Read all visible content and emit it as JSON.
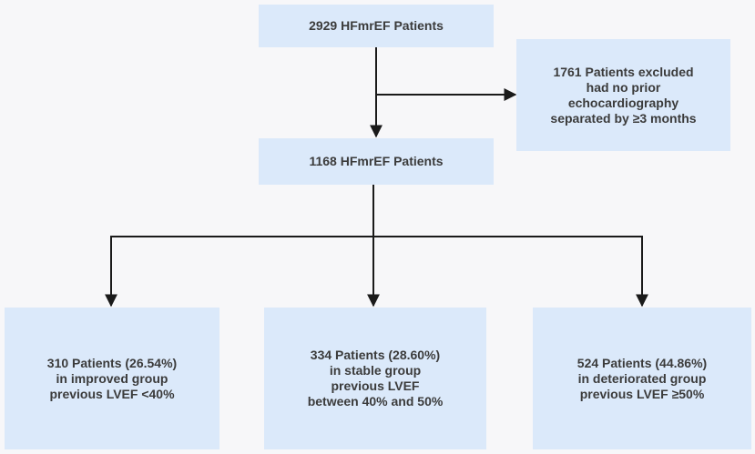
{
  "colors": {
    "background": "#f7f7f9",
    "box_fill": "#dbe9fa",
    "text": "#3b3b3b",
    "line": "#1a1a1a"
  },
  "nodes": {
    "initial": {
      "lines": [
        "2929 HFmrEF Patients"
      ]
    },
    "excluded": {
      "lines": [
        "1761 Patients excluded",
        "had no prior",
        "echocardiography",
        "separated by ≥3 months"
      ]
    },
    "included": {
      "lines": [
        "1168 HFmrEF Patients"
      ]
    },
    "improved": {
      "lines": [
        "310 Patients (26.54%)",
        "in improved group",
        "previous LVEF <40%"
      ]
    },
    "stable": {
      "lines": [
        "334 Patients (28.60%)",
        "in stable group",
        "previous LVEF",
        "between 40% and 50%"
      ]
    },
    "deteriorated": {
      "lines": [
        "524 Patients (44.86%)",
        "in deteriorated group",
        "previous LVEF ≥50%"
      ]
    }
  }
}
